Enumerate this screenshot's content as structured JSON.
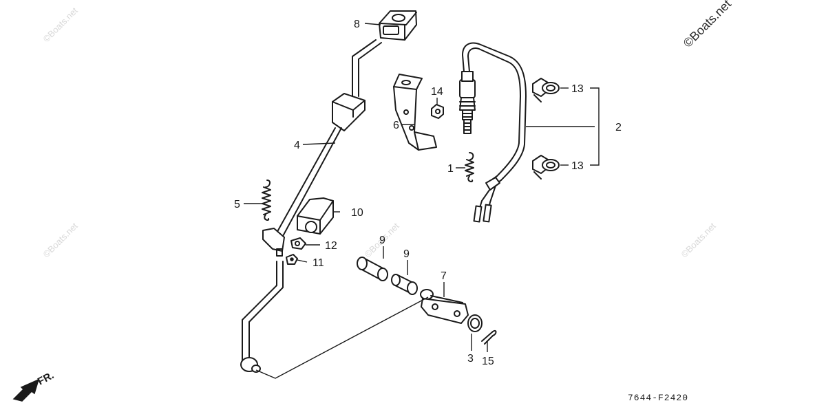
{
  "callouts": {
    "c1": "1",
    "c2": "2",
    "c3": "3",
    "c4": "4",
    "c5": "5",
    "c6": "6",
    "c7": "7",
    "c8": "8",
    "c9a": "9",
    "c9b": "9",
    "c10": "10",
    "c11": "11",
    "c12": "12",
    "c13a": "13",
    "c13b": "13",
    "c14": "14",
    "c15": "15"
  },
  "diagram_code": "7644-F2420",
  "front_marker": "FR.",
  "watermark": "©Boats.net"
}
